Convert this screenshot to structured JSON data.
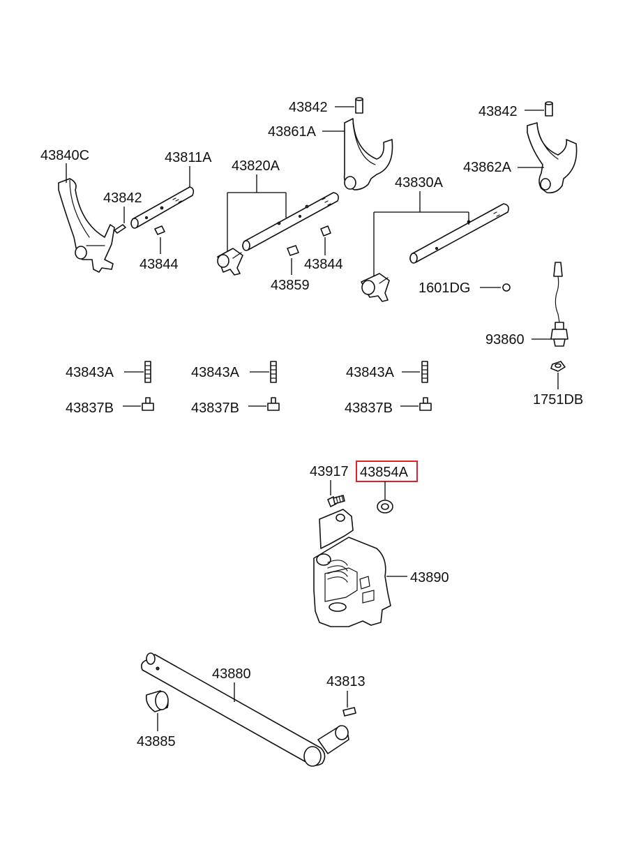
{
  "highlight_color": "#e0202a",
  "labels": {
    "p43840C": "43840C",
    "p43811A": "43811A",
    "p43820A": "43820A",
    "p43842_a": "43842",
    "p43842_b": "43842",
    "p43842_c": "43842",
    "p43861A": "43861A",
    "p43862A": "43862A",
    "p43830A": "43830A",
    "p43844_a": "43844",
    "p43844_b": "43844",
    "p43859": "43859",
    "p1601DG": "1601DG",
    "p93860": "93860",
    "p1751DB": "1751DB",
    "p43843A_a": "43843A",
    "p43843A_b": "43843A",
    "p43843A_c": "43843A",
    "p43837B_a": "43837B",
    "p43837B_b": "43837B",
    "p43837B_c": "43837B",
    "p43917": "43917",
    "p43854A": "43854A",
    "p43890": "43890",
    "p43880": "43880",
    "p43813": "43813",
    "p43885": "43885"
  },
  "highlighted_part": "43854A"
}
